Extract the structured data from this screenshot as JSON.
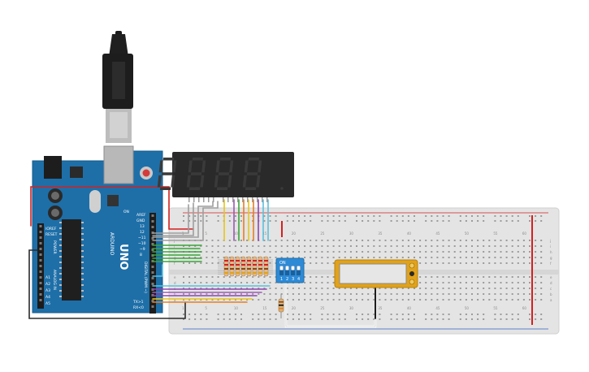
{
  "arduino": {
    "brand": "UNO",
    "board_name": "ARDUINO",
    "header_labels": {
      "aref": "AREF",
      "gnd": "GND",
      "pin13": "13",
      "pin12": "12",
      "pin11": "~11",
      "pin10": "~10",
      "pin9": "~9",
      "pin8": "8",
      "digital": "DIGITAL (PWM ~)",
      "tx": "TX>1",
      "rx": "RX<0",
      "ioref": "IOREF",
      "reset": "RESET",
      "a1": "A1",
      "a2": "A2",
      "a3": "A3",
      "a4": "A4",
      "a5": "A5",
      "analog": "ANALOG IN",
      "power": "POWER"
    },
    "on_label": "ON"
  },
  "display": {
    "digits": [
      "8",
      "8",
      "8",
      "8"
    ],
    "segment_color": "#3a3a3a"
  },
  "dip_switch": {
    "on_label": "ON",
    "numbers": [
      "1",
      "2",
      "3",
      "4"
    ]
  },
  "breadboard": {
    "col_numbers": [
      "1",
      "5",
      "10",
      "15",
      "20",
      "25",
      "30",
      "35",
      "40",
      "45",
      "50",
      "55",
      "60"
    ],
    "row_letters_top": [
      "j",
      "i",
      "h",
      "g",
      "f"
    ],
    "row_letters_bottom": [
      "e",
      "d",
      "c",
      "b",
      "a"
    ]
  },
  "colors": {
    "board_blue": "#1e6fa8",
    "breadboard_bg": "#e4e4e4",
    "rail_red": "#d42020",
    "wire_green": "#3aa43a",
    "wire_purple": "#8e44ad",
    "wire_yellow": "#e8c51a",
    "wire_orange": "#e67e22",
    "wire_cyan": "#5bc0de",
    "lcd_frame": "#e1a21b"
  }
}
